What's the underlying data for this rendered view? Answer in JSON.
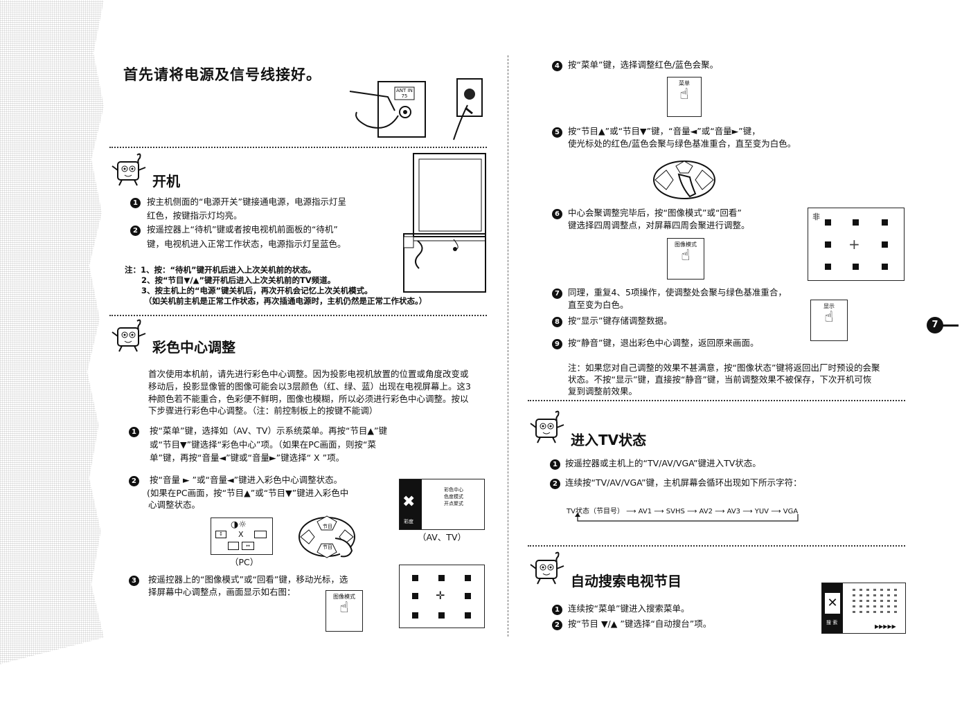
{
  "header": {
    "title": "首先请将电源及信号线接好。"
  },
  "antenna_label": "ANT IN\n75",
  "power_on": {
    "title": "开机",
    "step1": "按主机侧面的“电源开关”键接通电源，电源指示灯呈红色，按键指示灯均亮。",
    "step1a": "按主机侧面的“电源开关”键接通电源，电源指示灯呈",
    "step1b": "红色，按键指示灯均亮。",
    "step2a": "按遥控器上“待机”键或者按电视机前面板的“待机”",
    "step2b": "键，电视机进入正常工作状态，电源指示灯呈蓝色。",
    "note1": "注：1、按：“待机”键开机后进入上次关机前的状态。",
    "note2": "2、按“节目▼/▲”键开机后进入上次关机前的TV频道。",
    "note3": "3、按主机上的“电源”键关机后，再次开机会记忆上次关机模式。",
    "note4": "（如关机前主机是正常工作状态，再次插通电源时，主机仍然是正常工作状态。）"
  },
  "color_center": {
    "title": "彩色中心调整",
    "intro1": "首次使用本机前，请先进行彩色中心调整。因为投影电视机放置的位置或角度改变或",
    "intro2": "移动后，投影显像管的图像可能会以3层颜色（红、绿、蓝）出现在电视屏幕上。这3",
    "intro3": "种颜色若不能重合，色彩便不鲜明，图像也模糊，所以必须进行彩色中心调整。按以",
    "intro4": "下步骤进行彩色中心调整。（注：前控制板上的按键不能调）",
    "s1a": "按“菜单”键，选择如（AV、TV）示系统菜单。再按“节目▲”键",
    "s1b": "或“节目▼”键选择“彩色中心”项。（如果在PC画面，则按“菜",
    "s1c": "单”键，再按“音量◄”键或“音量►”键选择“ X ”项。",
    "s2a": "按“音量 ► ”或“音量◄”键进入彩色中心调整状态。",
    "s2b": "(如果在PC画面，按“节目▲”或“节目▼”键进入彩色中",
    "s2c": "心调整状态。",
    "pc_label": "（PC）",
    "avtv_label": "（AV、TV）",
    "menu_items": [
      "彩色中心",
      "色度模式",
      "开点聚式"
    ],
    "menu_side": "彩度",
    "prog_up": "节目",
    "prog_down": "节目",
    "s3a": "按遥控器上的“图像模式”或“回看”键，移动光标，选",
    "s3b": "择屏幕中心调整点，画面显示如右图：",
    "img_mode_btn": "图像模式"
  },
  "right_steps": {
    "s4": "按“菜单”键，选择调整红色/蓝色会聚。",
    "menu_btn": "菜单",
    "s5a": "按“节目▲”或“节目▼”键，“音量◄”或“音量►”键，",
    "s5b": "使光标处的红色/蓝色会聚与绿色基准重合，直至变为白色。",
    "s6a": "中心会聚调整完毕后，按“图像模式”或“回看”",
    "s6b": "键选择四周调整点，对屏幕四周会聚进行调整。",
    "img_mode_btn": "图像模式",
    "corner_mark": "非",
    "s7a": "同理，重复4、5项操作，使调整处会聚与绿色基准重合，",
    "s7b": "直至变为白色。",
    "display_btn": "显示",
    "s8": "按“显示”键存储调整数据。",
    "s9": "按“静音”键，退出彩色中心调整，返回原来画面。",
    "note1": "注：如果您对自己调整的效果不甚满意，按“图像状态”键将返回出厂时预设的会聚",
    "note2": "状态。不按“显示”键，直接按“静音”键，当前调整效果不被保存，下次开机可恢",
    "note3": "复到调整前效果。"
  },
  "tv_mode": {
    "title": "进入TV状态",
    "s1": "按遥控器或主机上的“TV/AV/VGA”键进入TV状态。",
    "s2": "连续按“TV/AV/VGA”键，主机屏幕会循环出现如下所示字符：",
    "flow": [
      "TV状态（节目号）",
      "AV1",
      "SVHS",
      "AV2",
      "AV3",
      "YUV",
      "VGA"
    ]
  },
  "auto_search": {
    "title": "自动搜索电视节目",
    "s1": "连续按“菜单”键进入搜索菜单。",
    "s2": "按“节目 ▼/▲ ”键选择“自动搜台”项。",
    "menu_side": "搜 索",
    "menu_arrows": "▶▶▶▶▶"
  },
  "page_number": "7"
}
